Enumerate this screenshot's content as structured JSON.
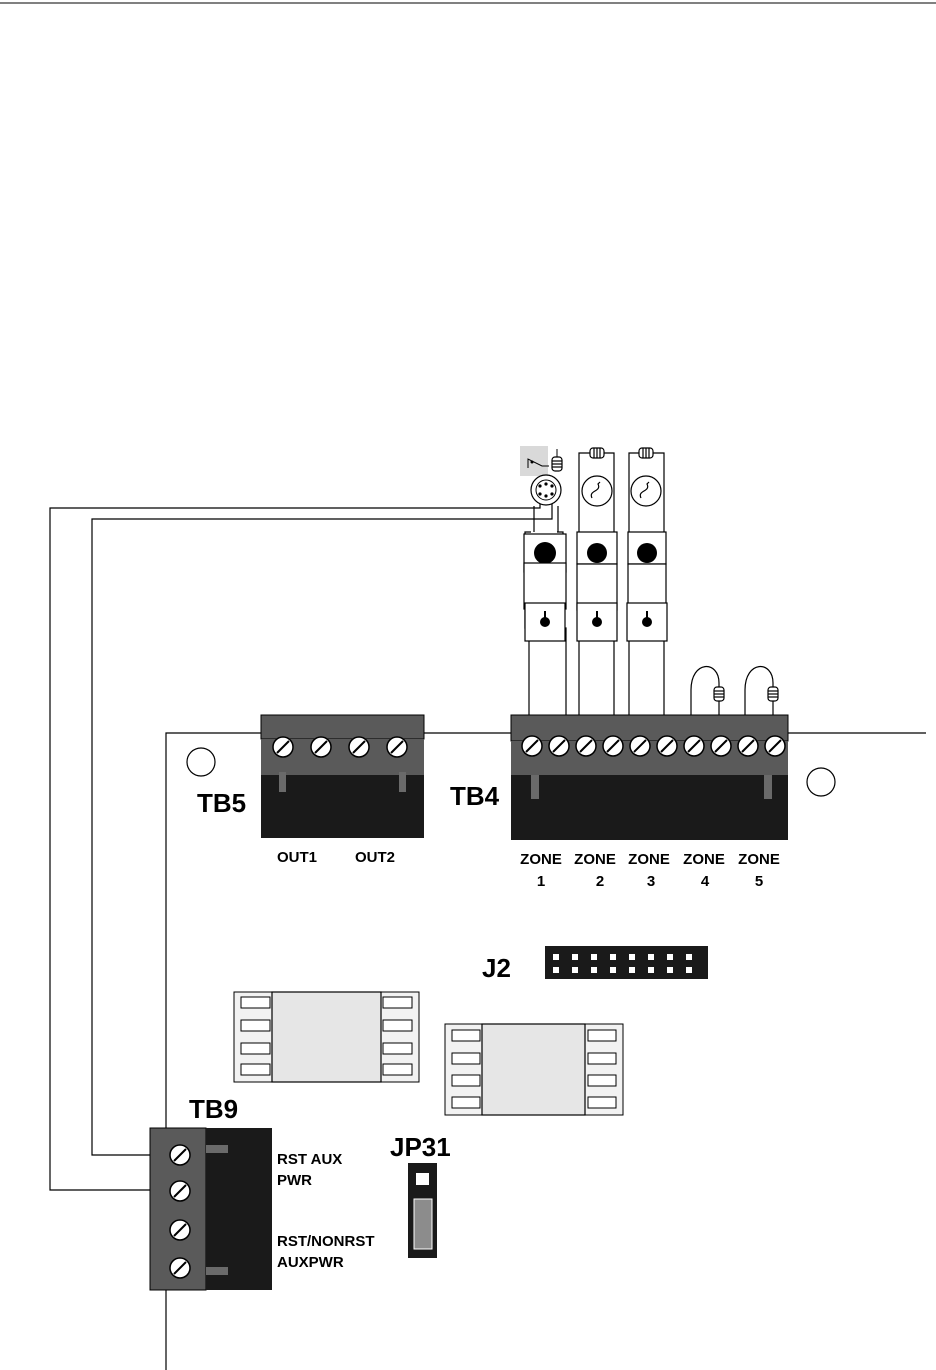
{
  "terminal_blocks": {
    "tb5": {
      "label": "TB5",
      "outputs": [
        "OUT1",
        "OUT2"
      ]
    },
    "tb4": {
      "label": "TB4",
      "zones": [
        {
          "word": "ZONE",
          "number": "1"
        },
        {
          "word": "ZONE",
          "number": "2"
        },
        {
          "word": "ZONE",
          "number": "3"
        },
        {
          "word": "ZONE",
          "number": "4"
        },
        {
          "word": "ZONE",
          "number": "5"
        }
      ]
    },
    "tb9": {
      "label": "TB9",
      "rst_line1": "RST AUX",
      "rst_line2": "PWR",
      "nonrst_line1": "RST/NONRST",
      "nonrst_line2": "AUXPWR"
    }
  },
  "connectors": {
    "j2": {
      "label": "J2"
    },
    "jp31": {
      "label": "JP31"
    }
  },
  "devices": [
    {
      "type": "smoke-detector-4-wire",
      "zone": "1"
    },
    {
      "type": "heat-detector",
      "zone": "2"
    },
    {
      "type": "heat-detector",
      "zone": "3"
    },
    {
      "type": "end-of-line-resistor",
      "zone": "4"
    },
    {
      "type": "end-of-line-resistor",
      "zone": "5"
    }
  ],
  "colors": {
    "block_dark": "#1a1a1a",
    "block_grey": "#5a5a5a",
    "relay_fill": "#e6e6e6"
  }
}
